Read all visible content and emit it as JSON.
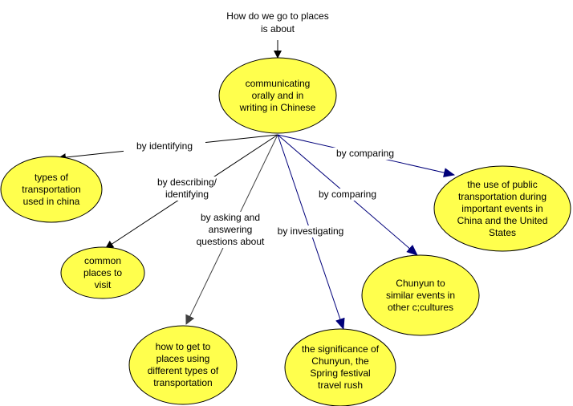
{
  "diagram": {
    "title": "How do we go to places\nis about",
    "colors": {
      "node_fill": "#ffff4d",
      "node_stroke": "#000000",
      "link_dark": "#000000",
      "link_gray": "#404040",
      "link_blue": "#00007a"
    },
    "root": {
      "id": "root",
      "text": "communicating\norally and in\nwriting in Chinese"
    },
    "nodes": [
      {
        "id": "types",
        "text": "types of\ntransportation\nused in china"
      },
      {
        "id": "common",
        "text": "common\nplaces to\nvisit"
      },
      {
        "id": "howto",
        "text": "how to get to\nplaces using\ndifferent types of\ntransportation"
      },
      {
        "id": "significance",
        "text": "the significance of\nChunyun, the\nSpring festival\ntravel rush"
      },
      {
        "id": "chunyun",
        "text": "Chunyun to\nsimilar events in\nother c;cultures"
      },
      {
        "id": "public",
        "text": "the use of public\ntransportation during\nimportant events in\nChina and the United\nStates"
      }
    ],
    "links": [
      {
        "from": "root",
        "to": "types",
        "label": "by identifying",
        "color": "dark"
      },
      {
        "from": "root",
        "to": "common",
        "label": "by describing/\nidentifying",
        "color": "dark"
      },
      {
        "from": "root",
        "to": "howto",
        "label": "by asking and\nanswering\nquestions about",
        "color": "gray"
      },
      {
        "from": "root",
        "to": "significance",
        "label": "by investigating",
        "color": "blue"
      },
      {
        "from": "root",
        "to": "chunyun",
        "label": "by comparing",
        "color": "blue"
      },
      {
        "from": "root",
        "to": "public",
        "label": "by comparing",
        "color": "blue"
      }
    ]
  }
}
